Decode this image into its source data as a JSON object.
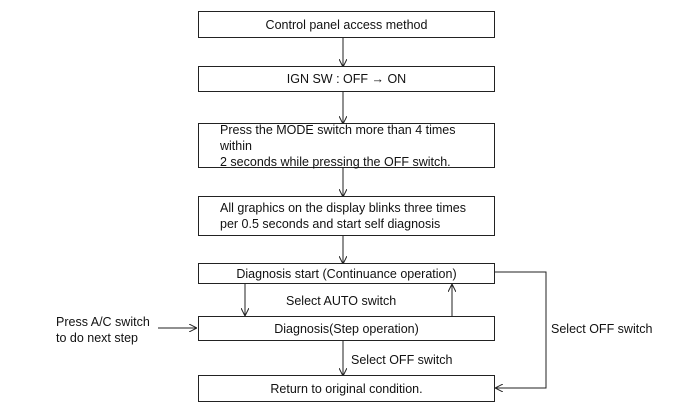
{
  "boxes": {
    "access": "Control panel access method",
    "ign": "IGN SW : OFF → ON",
    "press": "Press the MODE switch more than 4 times within\n2 seconds while pressing the OFF switch.",
    "graphics": "All graphics on the display blinks three times\nper 0.5 seconds and start self diagnosis",
    "diag_start": "Diagnosis start (Continuance operation)",
    "diag_step": "Diagnosis(Step operation)",
    "return": "Return to original condition."
  },
  "labels": {
    "select_auto": "Select AUTO switch",
    "select_off_mid": "Select OFF switch",
    "select_off_right": "Select OFF switch",
    "press_ac": "Press A/C switch\nto do next step"
  }
}
